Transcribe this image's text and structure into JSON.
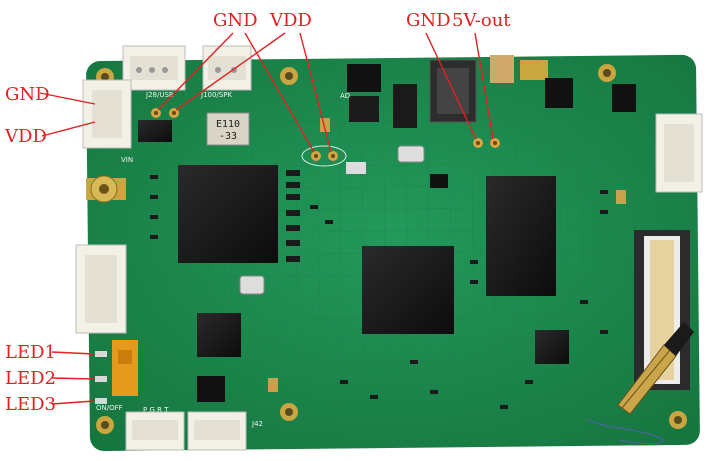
{
  "labels": {
    "gnd_top_left": "GND",
    "vdd_top_left": "VDD",
    "gnd_top_right": "GND",
    "vout_top_right": "5V-out",
    "gnd_left": "GND",
    "vdd_left": "VDD",
    "led1": "LED1",
    "led2": "LED2",
    "led3": "LED3"
  },
  "silkscreen": {
    "j28": "J28/USB",
    "j100": "J100/SPK",
    "vin": "VIN",
    "inductor": "E110\n-33",
    "j42": "J42",
    "pgrt": "P G R T",
    "onoff": "ON/OFF",
    "ad": "AD"
  },
  "colors": {
    "annotation": "#e32020",
    "board": "#1f8a52",
    "board_dark": "#166b3f"
  }
}
